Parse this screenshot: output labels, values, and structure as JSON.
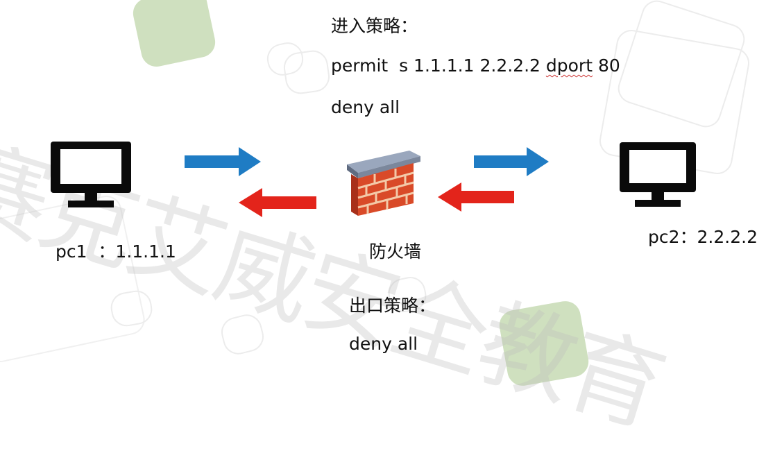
{
  "inbound_policy": {
    "title": "进入策略：",
    "rule_prefix": "permit  s 1.1.1.1 2.2.2.2 ",
    "rule_keyword": "dport",
    "rule_suffix": " 80",
    "rule2": "deny all"
  },
  "outbound_policy": {
    "title": "出口策略：",
    "rule": "deny all"
  },
  "firewall": {
    "label": "防火墙",
    "icon": "firewall-brick-wall-icon"
  },
  "pc1": {
    "label": "pc1  ：1.1.1.1",
    "icon": "monitor-icon"
  },
  "pc2": {
    "label": "pc2：2.2.2.2",
    "icon": "monitor-icon"
  },
  "watermark": "赛克艾威安全教育",
  "colors": {
    "request_arrow": "#1f7cc4",
    "response_arrow": "#e3241b",
    "brick": "#d64a2a",
    "wall_cap": "#7f8ea8",
    "accent_green": "#cfe0bf"
  }
}
